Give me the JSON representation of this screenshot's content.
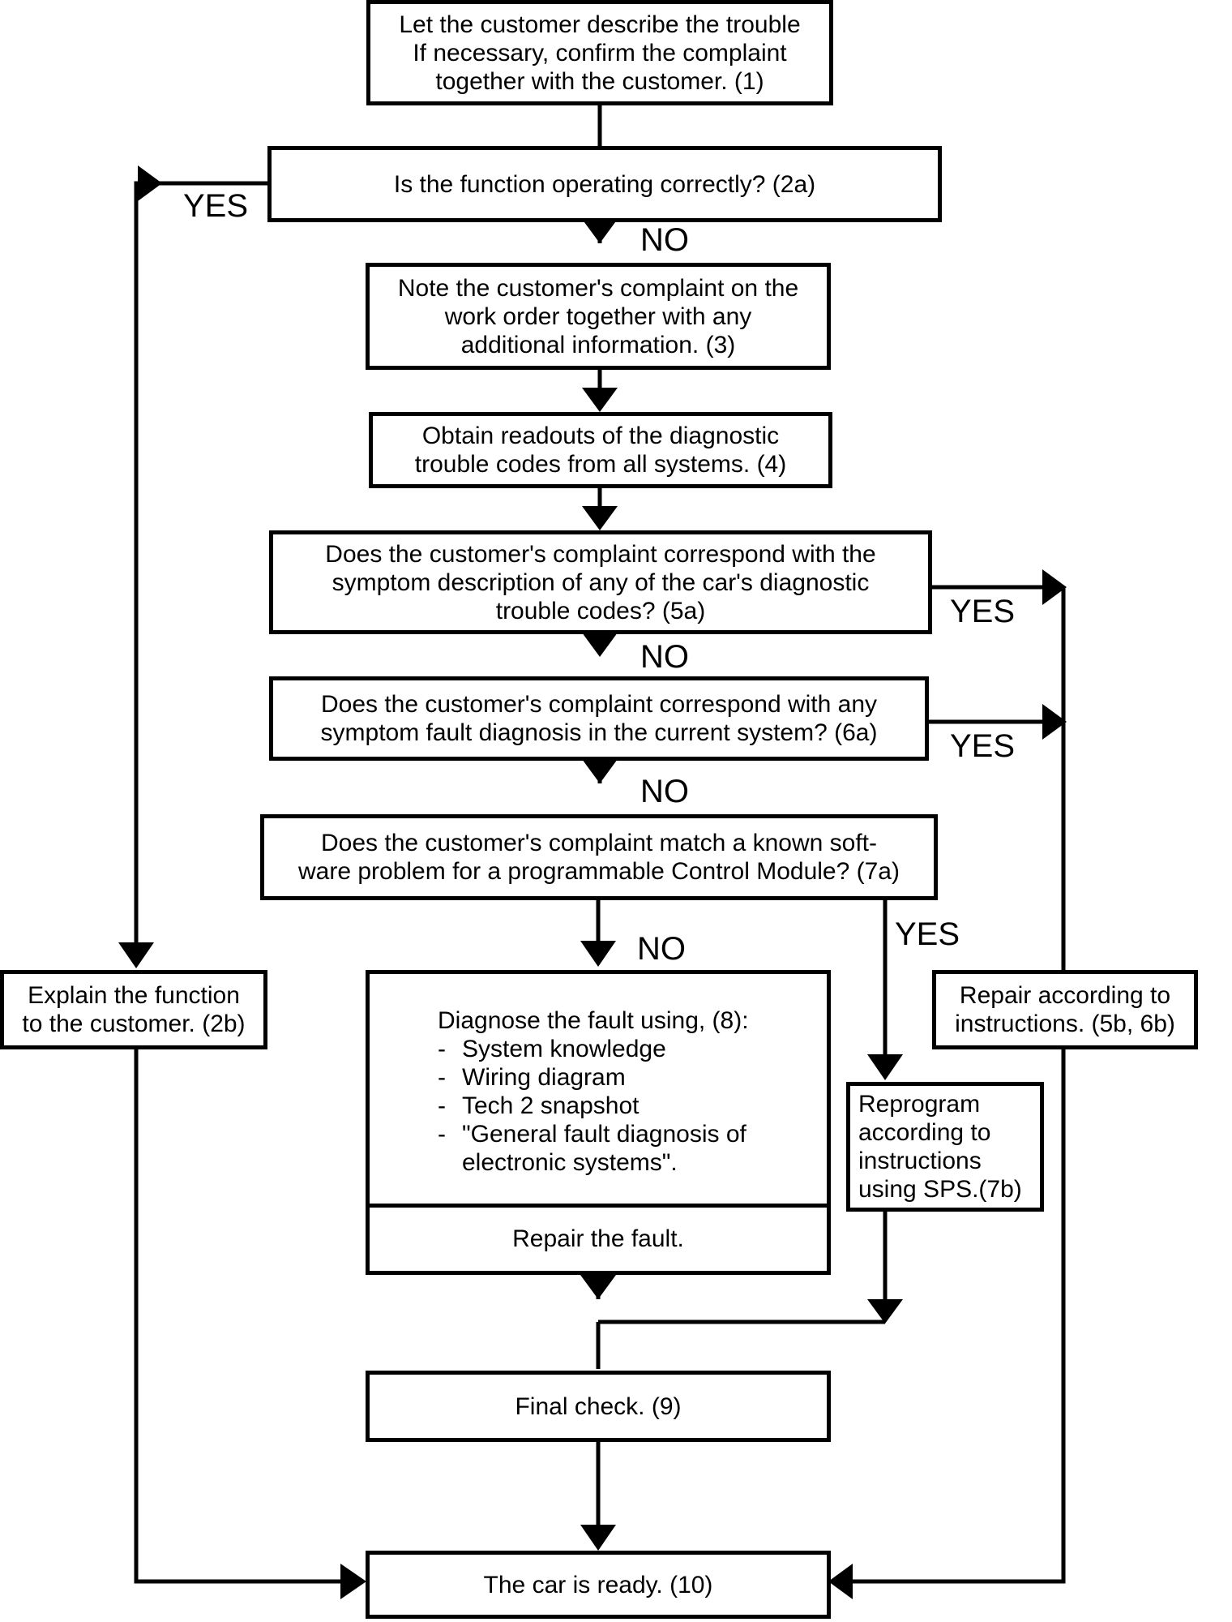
{
  "boxes": {
    "b1": "Let the customer describe the trouble\nIf necessary, confirm the complaint\ntogether with the customer. (1)",
    "b2a": "Is the function operating correctly?   (2a)",
    "b3": "Note the customer's complaint on the\nwork order together with any\nadditional information.  (3)",
    "b4": "Obtain readouts of the diagnostic\ntrouble codes from all systems. (4)",
    "b5a": "Does the customer's complaint correspond with the\nsymptom description of any of the car's diagnostic\ntrouble codes? (5a)",
    "b6a": "Does the customer's complaint correspond with any\nsymptom fault diagnosis in the current system? (6a)",
    "b7a": "Does the customer's complaint match a known soft-\nware problem for a programmable Control Module? (7a)",
    "b2b": "Explain the function\nto the customer. (2b)",
    "b5b": "Repair according to\ninstructions. (5b, 6b)",
    "b7b": "Reprogram\naccording to\ninstructions\nusing SPS.(7b)",
    "b8": {
      "title": "Diagnose the fault using, (8):",
      "items": [
        "System knowledge",
        "Wiring diagram",
        "Tech 2 snapshot",
        "\"General fault diagnosis of electronic systems\"."
      ],
      "repair": "Repair the fault."
    },
    "b9": "Final check. (9)",
    "b10": "The car is ready. (10)"
  },
  "labels": {
    "yes": "YES",
    "no": "NO"
  },
  "colors": {
    "line": "#000000",
    "background": "#ffffff"
  }
}
